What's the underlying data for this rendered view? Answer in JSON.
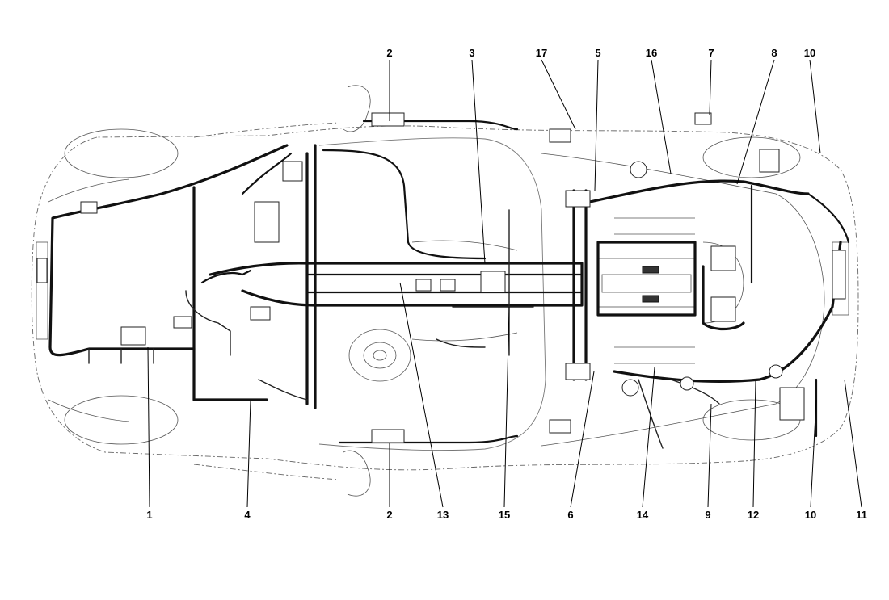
{
  "callouts_top": [
    {
      "label": "2"
    },
    {
      "label": "3"
    },
    {
      "label": "17"
    },
    {
      "label": "5"
    },
    {
      "label": "16"
    },
    {
      "label": "7"
    },
    {
      "label": "8"
    },
    {
      "label": "10"
    }
  ],
  "callouts_bottom": [
    {
      "label": "1"
    },
    {
      "label": "4"
    },
    {
      "label": "2"
    },
    {
      "label": "13"
    },
    {
      "label": "15"
    },
    {
      "label": "6"
    },
    {
      "label": "14"
    },
    {
      "label": "9"
    },
    {
      "label": "12"
    },
    {
      "label": "10"
    },
    {
      "label": "11"
    }
  ]
}
